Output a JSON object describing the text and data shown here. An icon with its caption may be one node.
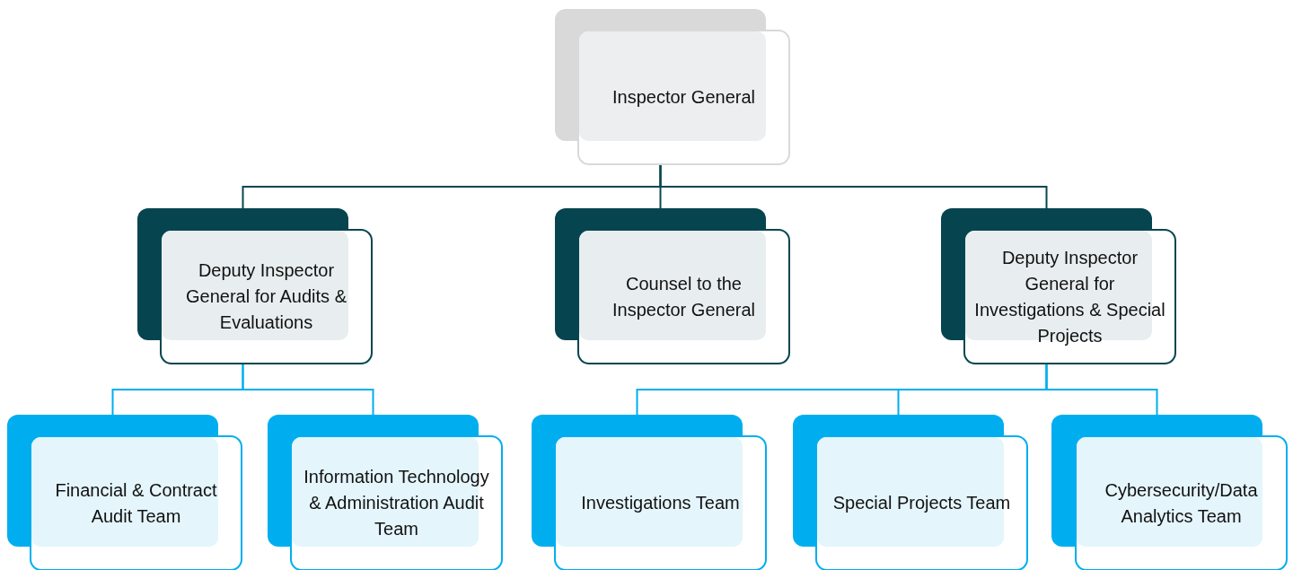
{
  "diagram": {
    "nodes": [
      {
        "text": [
          "Inspector General"
        ]
      },
      {
        "text": [
          "Deputy Inspector General for Audits & Evaluations"
        ]
      },
      {
        "text": [
          "Counsel to the Inspector General"
        ]
      },
      {
        "text": [
          "Deputy Inspector General for Investigations & Special Projects"
        ]
      },
      {
        "text": [
          "Financial & Contract Audit Team"
        ]
      },
      {
        "text": [
          "Information Technology & Administration Audit Team"
        ]
      },
      {
        "text": [
          "Investigations Team"
        ]
      },
      {
        "text": [
          "Special Projects Team"
        ]
      },
      {
        "text": [
          "Cybersecurity/Data Analytics Team"
        ]
      }
    ],
    "edges": [
      {
        "from": 0,
        "to": 1,
        "arrow": "none",
        "color": "#0b4650"
      },
      {
        "from": 0,
        "to": 2,
        "arrow": "none",
        "color": "#0b4650"
      },
      {
        "from": 0,
        "to": 3,
        "arrow": "none",
        "color": "#0b4650"
      },
      {
        "from": 1,
        "to": 4,
        "arrow": "none"
      },
      {
        "from": 1,
        "to": 5,
        "arrow": "none"
      },
      {
        "from": 3,
        "to": 6,
        "arrow": "none"
      },
      {
        "from": 3,
        "to": 7,
        "arrow": "none"
      },
      {
        "from": 3,
        "to": 8,
        "arrow": "none"
      }
    ]
  }
}
